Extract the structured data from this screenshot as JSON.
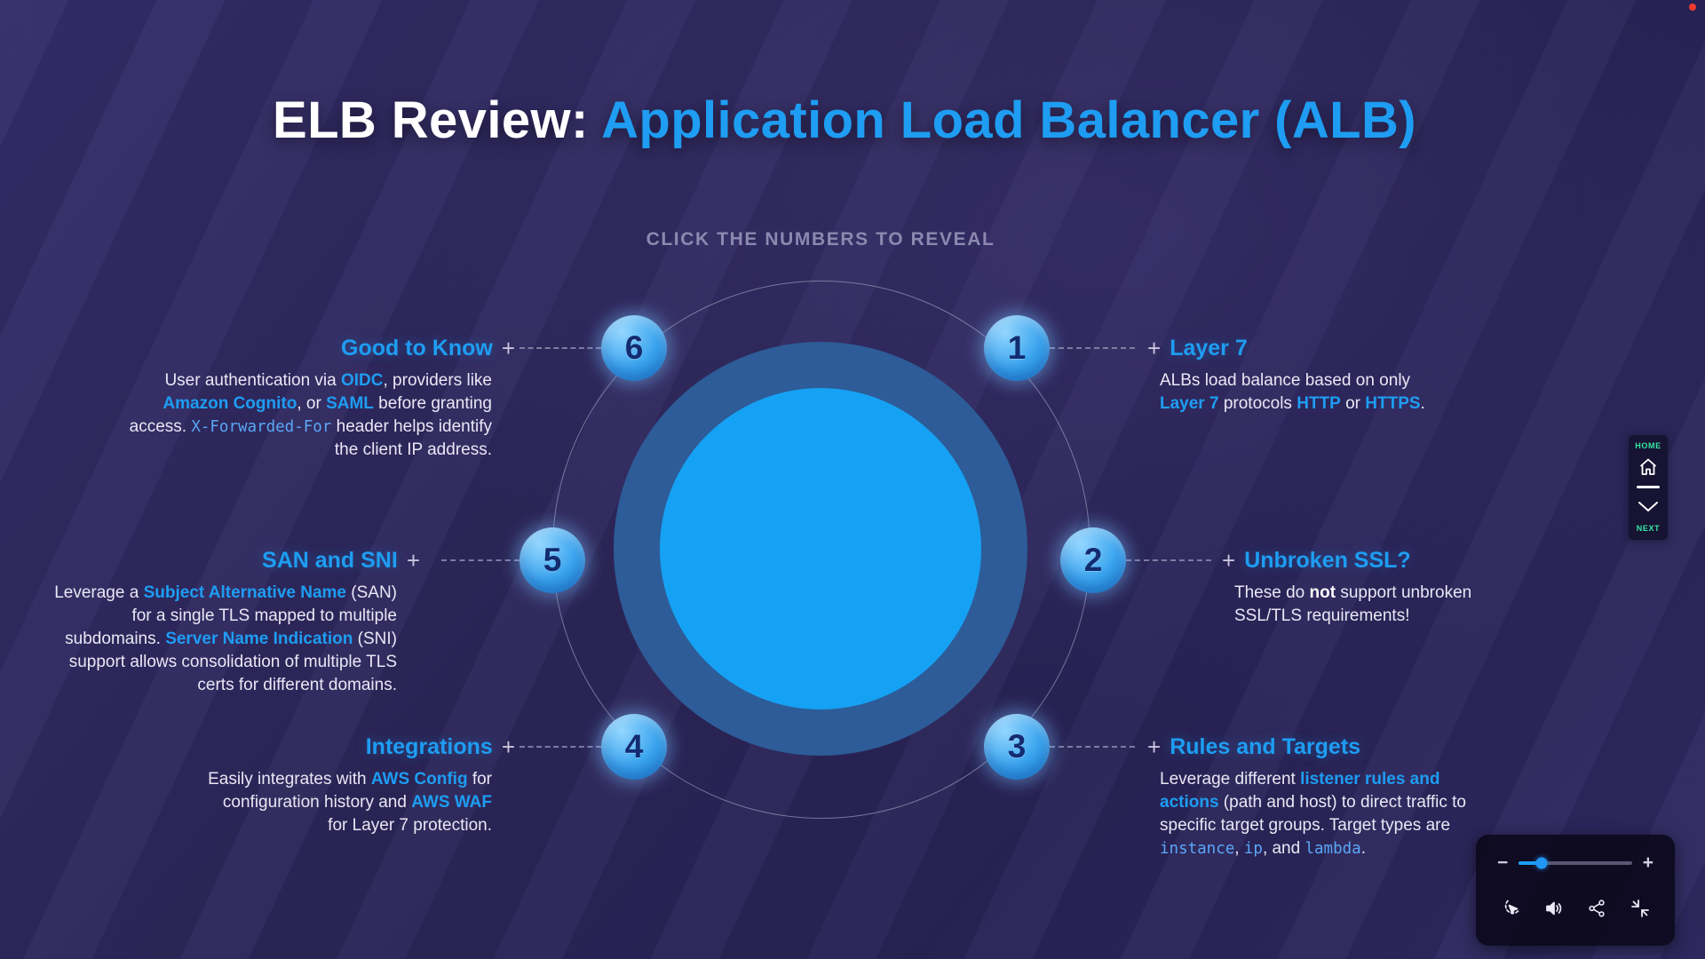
{
  "header": {
    "title_prefix": "ELB Review:",
    "title_accent": " Application Load Balancer (ALB)",
    "subtitle": "CLICK THE NUMBERS TO REVEAL"
  },
  "colors": {
    "accent_blue": "#1e9df2",
    "nav_green": "#35e8a4",
    "inner_circle": "#16a2f4",
    "mid_circle": "#2d5c98"
  },
  "callouts": {
    "layer7": {
      "number": "1",
      "plus": "+",
      "heading": "Layer 7",
      "body": [
        {
          "t": "ALBs load balance based on only "
        },
        {
          "t": "Layer 7",
          "s": "blue"
        },
        {
          "t": " protocols "
        },
        {
          "t": "HTTP",
          "s": "blue"
        },
        {
          "t": " or "
        },
        {
          "t": "HTTPS",
          "s": "blue"
        },
        {
          "t": "."
        }
      ]
    },
    "unbroken_ssl": {
      "number": "2",
      "plus": "+",
      "heading": "Unbroken SSL?",
      "body": [
        {
          "t": "These do "
        },
        {
          "t": "not",
          "s": "bold"
        },
        {
          "t": " support unbroken SSL/TLS requirements!"
        }
      ]
    },
    "rules_targets": {
      "number": "3",
      "plus": "+",
      "heading": "Rules and Targets",
      "body": [
        {
          "t": "Leverage different "
        },
        {
          "t": "listener rules and actions",
          "s": "blue"
        },
        {
          "t": " (path and host) to direct traffic to specific target groups. Target types are "
        },
        {
          "t": "instance",
          "s": "mono"
        },
        {
          "t": ", "
        },
        {
          "t": "ip",
          "s": "mono"
        },
        {
          "t": ", and "
        },
        {
          "t": "lambda",
          "s": "mono"
        },
        {
          "t": "."
        }
      ]
    },
    "integrations": {
      "number": "4",
      "plus": "+",
      "heading": "Integrations",
      "body": [
        {
          "t": "Easily integrates with "
        },
        {
          "t": "AWS Config",
          "s": "blue"
        },
        {
          "t": " for configuration history and "
        },
        {
          "t": "AWS WAF",
          "s": "blue"
        },
        {
          "t": " for Layer 7 protection."
        }
      ]
    },
    "san_sni": {
      "number": "5",
      "plus": "+",
      "heading": "SAN and SNI",
      "body": [
        {
          "t": "Leverage a "
        },
        {
          "t": "Subject Alternative Name",
          "s": "blue"
        },
        {
          "t": " (SAN) for a single TLS mapped to multiple subdomains. "
        },
        {
          "t": "Server Name Indication",
          "s": "blue"
        },
        {
          "t": " (SNI) support allows consolidation of multiple TLS certs for different domains."
        }
      ]
    },
    "good_to_know": {
      "number": "6",
      "plus": "+",
      "heading": "Good to Know",
      "body": [
        {
          "t": "User authentication via "
        },
        {
          "t": "OIDC",
          "s": "blue"
        },
        {
          "t": ", providers like "
        },
        {
          "t": "Amazon Cognito",
          "s": "blue"
        },
        {
          "t": ", or "
        },
        {
          "t": "SAML",
          "s": "blue"
        },
        {
          "t": " before granting access. "
        },
        {
          "t": "X-Forwarded-For",
          "s": "mono"
        },
        {
          "t": " header helps identify the client IP address."
        }
      ]
    }
  },
  "side_nav": {
    "home_label": "HOME",
    "next_label": "NEXT"
  },
  "player": {
    "volume_percent": 20,
    "minus_label": "−",
    "plus_label": "+"
  }
}
